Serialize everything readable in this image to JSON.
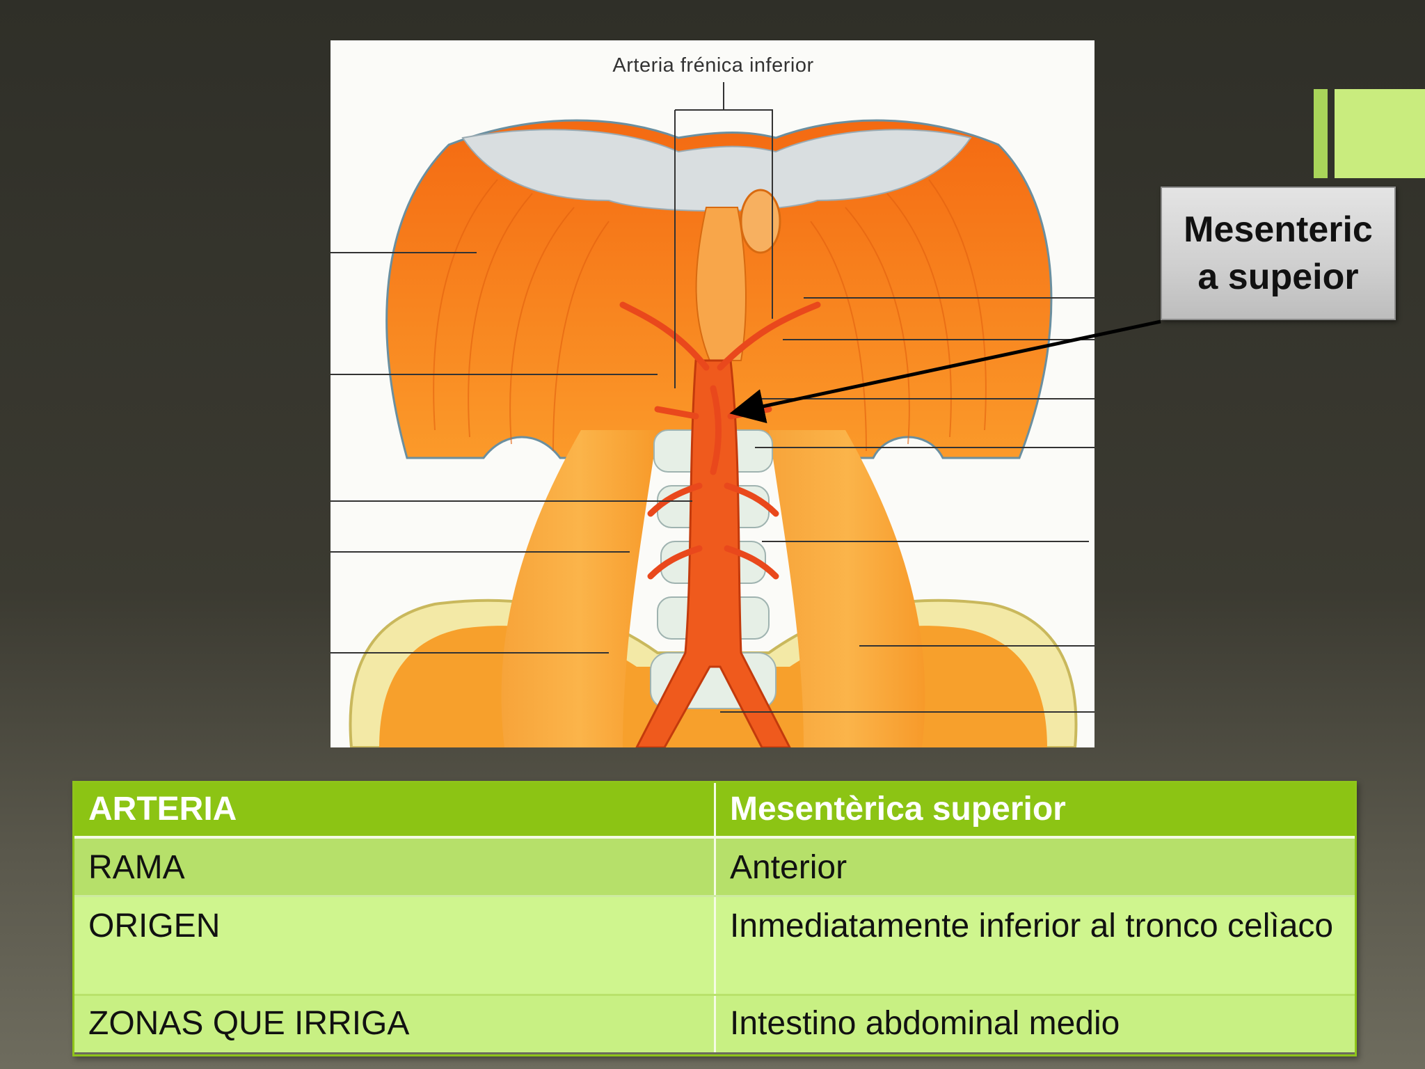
{
  "figure": {
    "label": "Arteria frénica inferior"
  },
  "callout": {
    "text": "Mesenteric\na supeior"
  },
  "table": {
    "header": {
      "col1": "ARTERIA",
      "col2": "Mesentèrica superior"
    },
    "rows": [
      {
        "col1": "RAMA",
        "col2": "Anterior"
      },
      {
        "col1": "ORIGEN",
        "col2": "Inmediatamente inferior al tronco celìaco"
      },
      {
        "col1": "ZONAS QUE IRRIGA",
        "col2": "Intestino abdominal medio"
      }
    ]
  },
  "colors": {
    "header_green": "#8cc414",
    "row_green_dark": "#b6e06a",
    "row_green_light": "#cff58e",
    "accent_green": "#a9d55a",
    "muscle_orange": "#f5861f",
    "artery_red": "#e9481c"
  }
}
